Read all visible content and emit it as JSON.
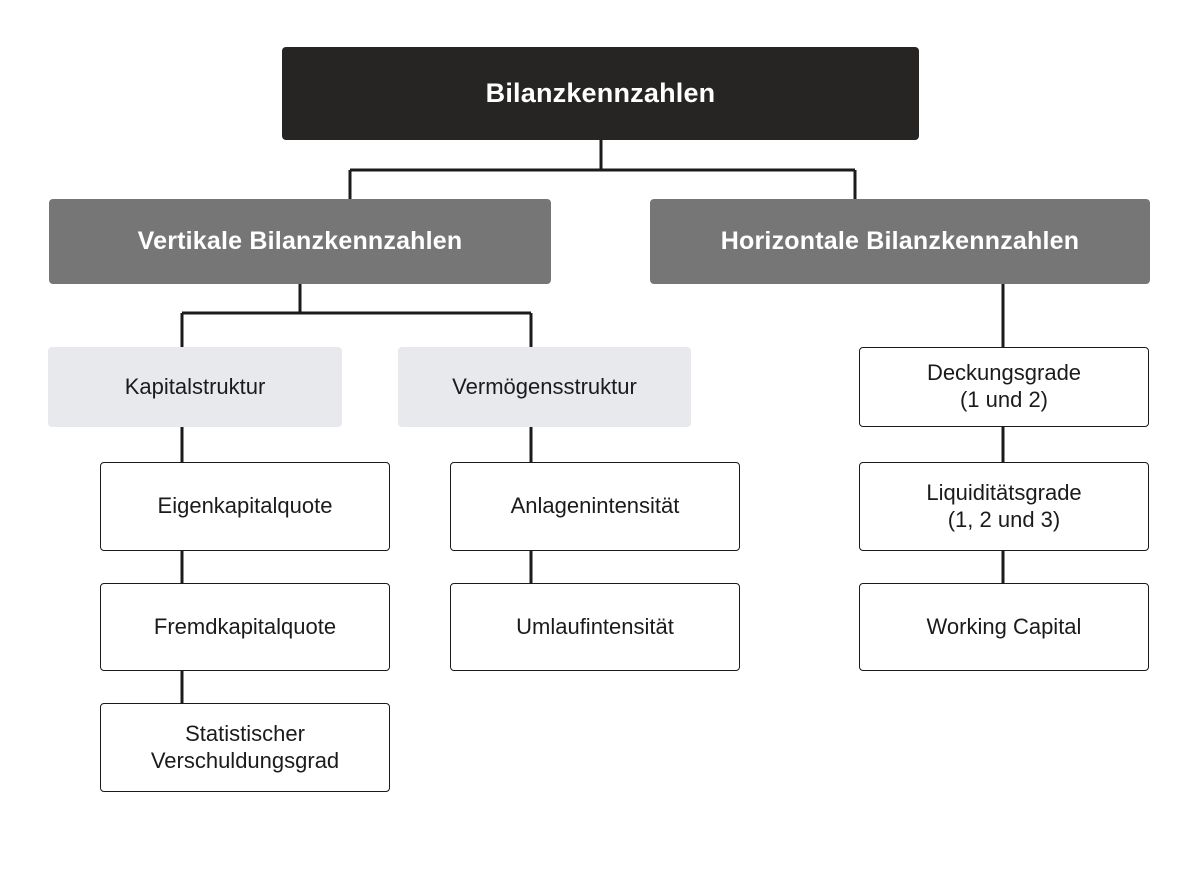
{
  "diagram": {
    "title": "Bilanzkennzahlen",
    "type": "hierarchy-tree",
    "background_color": "#ffffff",
    "line_color": "#1b1b1b",
    "palette": {
      "root_fill": "#262524",
      "root_text": "#ffffff",
      "level2_fill": "#767676",
      "level2_text": "#ffffff",
      "level3_fill": "#e8e9ed",
      "level3_text": "#1b1b1b",
      "leaf_fill": "#ffffff",
      "leaf_border": "#1b1b1b",
      "leaf_text": "#1b1b1b"
    }
  },
  "nodes": {
    "root": {
      "label": "Bilanzkennzahlen",
      "level": 1
    },
    "vertikale": {
      "label": "Vertikale Bilanzkennzahlen",
      "level": 2
    },
    "horizontale": {
      "label": "Horizontale Bilanzkennzahlen",
      "level": 2
    },
    "kapitalstruktur": {
      "label": "Kapitalstruktur",
      "level": 3
    },
    "vermoegensstruktur": {
      "label": "Vermögensstruktur",
      "level": 3
    },
    "eigenkapitalquote": {
      "label": "Eigenkapitalquote",
      "level": 4
    },
    "fremdkapitalquote": {
      "label": "Fremdkapitalquote",
      "level": 4
    },
    "statistischer_verschuldungsgrad": {
      "label": "Statistischer\nVerschuldungsgrad",
      "level": 4
    },
    "anlagenintensitaet": {
      "label": "Anlagenintensität",
      "level": 4
    },
    "umlaufintensitaet": {
      "label": "Umlaufintensität",
      "level": 4
    },
    "deckungsgrade": {
      "label": "Deckungsgrade\n(1 und 2)",
      "level": 3
    },
    "liquiditaetsgrade": {
      "label": "Liquiditätsgrade\n(1, 2 und 3)",
      "level": 3
    },
    "working_capital": {
      "label": "Working Capital",
      "level": 3
    }
  },
  "edges": [
    {
      "from": "root",
      "to": "vertikale"
    },
    {
      "from": "root",
      "to": "horizontale"
    },
    {
      "from": "vertikale",
      "to": "kapitalstruktur"
    },
    {
      "from": "vertikale",
      "to": "vermoegensstruktur"
    },
    {
      "from": "kapitalstruktur",
      "to": "eigenkapitalquote"
    },
    {
      "from": "eigenkapitalquote",
      "to": "fremdkapitalquote"
    },
    {
      "from": "fremdkapitalquote",
      "to": "statistischer_verschuldungsgrad"
    },
    {
      "from": "vermoegensstruktur",
      "to": "anlagenintensitaet"
    },
    {
      "from": "anlagenintensitaet",
      "to": "umlaufintensitaet"
    },
    {
      "from": "horizontale",
      "to": "deckungsgrade"
    },
    {
      "from": "deckungsgrade",
      "to": "liquiditaetsgrade"
    },
    {
      "from": "liquiditaetsgrade",
      "to": "working_capital"
    }
  ]
}
